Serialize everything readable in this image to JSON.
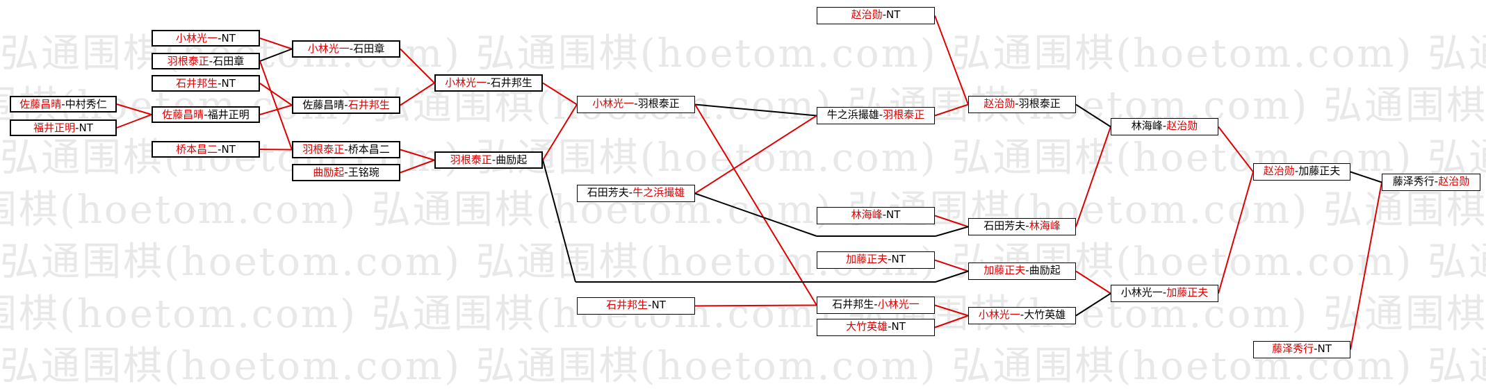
{
  "watermark": {
    "text": "弘通围棋(hoetom.com)"
  },
  "colors": {
    "winner": "#e00000",
    "loser": "#000000",
    "line_win": "#e00000",
    "line_lose": "#000000"
  },
  "round1": [
    {
      "id": "r1a",
      "p1": "佐藤昌晴",
      "p2": "中村秀仁",
      "winner": 1
    },
    {
      "id": "r1b",
      "p1": "福井正明",
      "p2": "NT",
      "winner": 1
    }
  ],
  "round2": [
    {
      "id": "r2a",
      "p1": "小林光一",
      "p2": "NT",
      "winner": 1
    },
    {
      "id": "r2b",
      "p1": "羽根泰正",
      "p2": "石田章",
      "winner": 1
    },
    {
      "id": "r2c",
      "p1": "石井邦生",
      "p2": "NT",
      "winner": 1
    },
    {
      "id": "r2d",
      "p1": "佐藤昌晴",
      "p2": "福井正明",
      "winner": 1
    },
    {
      "id": "r2e",
      "p1": "桥本昌二",
      "p2": "NT",
      "winner": 1
    }
  ],
  "round3": [
    {
      "id": "r3a",
      "p1": "小林光一",
      "p2": "石田章",
      "winner": 1
    },
    {
      "id": "r3b",
      "p1": "佐藤昌晴",
      "p2": "石井邦生",
      "winner": 2
    },
    {
      "id": "r3c",
      "p1": "羽根泰正",
      "p2": "桥本昌二",
      "winner": 1
    },
    {
      "id": "r3d",
      "p1": "曲励起",
      "p2": "王铭琬",
      "winner": 1
    }
  ],
  "round4": [
    {
      "id": "r4a",
      "p1": "小林光一",
      "p2": "石井邦生",
      "winner": 1
    },
    {
      "id": "r4b",
      "p1": "羽根泰正",
      "p2": "曲励起",
      "winner": 1
    }
  ],
  "round5": [
    {
      "id": "r5a",
      "p1": "小林光一",
      "p2": "羽根泰正",
      "winner": 1
    },
    {
      "id": "r5b",
      "p1": "石田芳夫",
      "p2": "牛之浜撮雄",
      "winner": 2
    },
    {
      "id": "r5c",
      "p1": "石井邦生",
      "p2": "NT",
      "winner": 1
    }
  ],
  "round6": [
    {
      "id": "r6a",
      "p1": "赵治勋",
      "p2": "NT",
      "winner": 1
    },
    {
      "id": "r6b",
      "p1": "牛之浜撮雄",
      "p2": "羽根泰正",
      "winner": 2
    },
    {
      "id": "r6c",
      "p1": "林海峰",
      "p2": "NT",
      "winner": 1
    },
    {
      "id": "r6d",
      "p1": "加藤正夫",
      "p2": "NT",
      "winner": 1
    },
    {
      "id": "r6e",
      "p1": "石井邦生",
      "p2": "小林光一",
      "winner": 2
    },
    {
      "id": "r6f",
      "p1": "大竹英雄",
      "p2": "NT",
      "winner": 1
    }
  ],
  "round7": [
    {
      "id": "r7a",
      "p1": "赵治勋",
      "p2": "羽根泰正",
      "winner": 1
    },
    {
      "id": "r7b",
      "p1": "石田芳夫",
      "p2": "林海峰",
      "winner": 2
    },
    {
      "id": "r7c",
      "p1": "加藤正夫",
      "p2": "曲励起",
      "winner": 1
    },
    {
      "id": "r7d",
      "p1": "小林光一",
      "p2": "大竹英雄",
      "winner": 1
    }
  ],
  "round8": [
    {
      "id": "r8a",
      "p1": "林海峰",
      "p2": "赵治勋",
      "winner": 2
    },
    {
      "id": "r8b",
      "p1": "小林光一",
      "p2": "加藤正夫",
      "winner": 2
    }
  ],
  "round9": [
    {
      "id": "r9a",
      "p1": "赵治勋",
      "p2": "加藤正夫",
      "winner": 1
    },
    {
      "id": "r9b",
      "p1": "藤泽秀行",
      "p2": "NT",
      "winner": 1
    }
  ],
  "round10": [
    {
      "id": "r10a",
      "p1": "藤泽秀行",
      "p2": "赵治勋",
      "winner": 2
    }
  ]
}
